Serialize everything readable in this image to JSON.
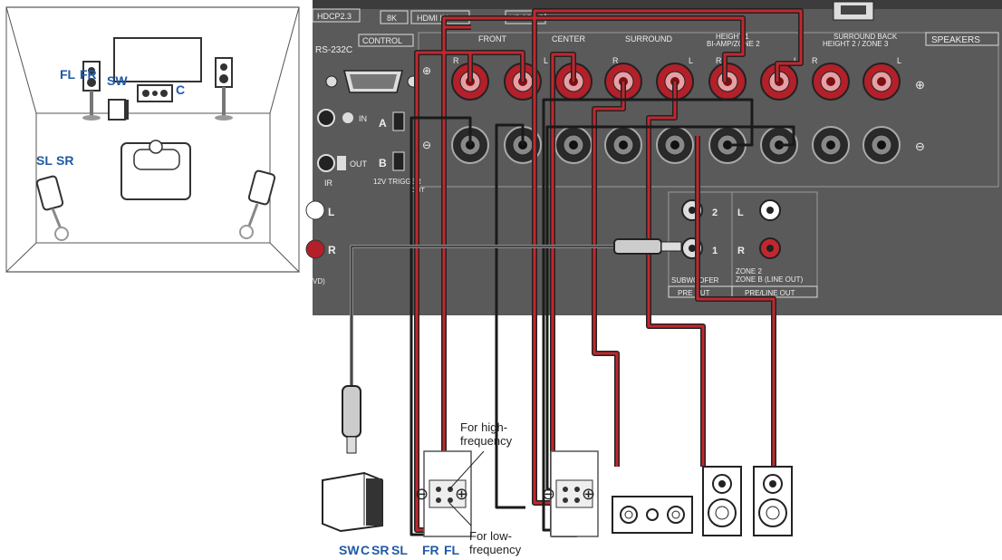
{
  "room": {
    "labels": {
      "fl": "FL",
      "fr": "FR",
      "sw": "SW",
      "c": "C",
      "sl": "SL",
      "sr": "SR"
    },
    "label_color": "#1f5aa6"
  },
  "receiver": {
    "top_labels": {
      "eightk": "8K",
      "hdmi_in": "HDMI IN",
      "hdcp_a": "HDCP2.3",
      "hdcp_b": "HDCP2.3"
    },
    "rs232c": "RS-232C",
    "control": "CONTROL",
    "ir_in": "IN",
    "ir_out": "OUT",
    "ir": "IR",
    "trigger_a": "A",
    "trigger_b": "B",
    "trigger": "12V TRIGGER",
    "trigger_out": "OUT",
    "front": "FRONT",
    "center": "CENTER",
    "surround": "SURROUND",
    "height1_l1": "HEIGHT 1",
    "height1_l2": "BI-AMP/ZONE 2",
    "surround_back_l1": "SURROUND BACK",
    "surround_back_l2": "HEIGHT 2 / ZONE 3",
    "speakers": "SPEAKERS",
    "r": "R",
    "l": "L",
    "plus": "⊕",
    "minus": "⊖",
    "pre_one": "1",
    "pre_two": "2",
    "subwoofer": "SUBWOOFER",
    "zone2_l1": "ZONE 2",
    "zone2_l2": "ZONE B (LINE OUT)",
    "pre_out": "PRE OUT",
    "preline_out": "PRE/LINE OUT",
    "left_partial": "L",
    "right_partial": "R",
    "dvd_partial": "VD)"
  },
  "callouts": {
    "high_l1": "For high-",
    "high_l2": "frequency",
    "low_l1": "For low-",
    "low_l2": "frequency"
  },
  "speaker_labels": {
    "sw": "SW",
    "c": "C",
    "sr": "SR",
    "sl": "SL",
    "fr": "FR",
    "fl": "FL",
    "color": "#1f5aa6"
  },
  "colors": {
    "panel": "#5a5a5a",
    "panel_dark": "#3c3c3c",
    "terminal_red": "#b3202a",
    "wire_red": "#c0282f",
    "wire_black": "#1a1a1a"
  }
}
